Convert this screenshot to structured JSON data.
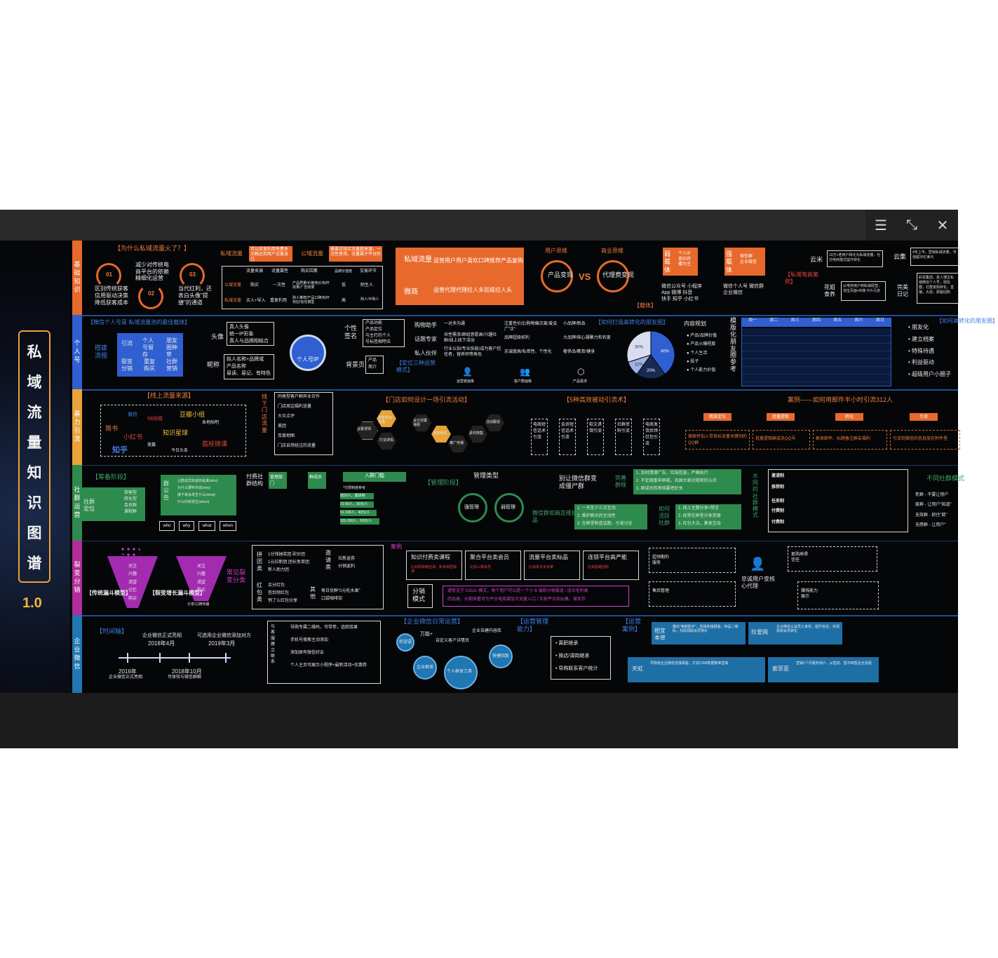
{
  "toolbar": {
    "menu_icon": "menu-icon",
    "shrink_icon": "shrink-icon",
    "close_icon": "close-icon"
  },
  "title": {
    "chars": [
      "私",
      "域",
      "流",
      "量",
      "知",
      "识",
      "图",
      "谱"
    ],
    "version": "1.0"
  },
  "tabs": [
    "基础知识",
    "个人号",
    "暴力引流",
    "社群运营",
    "裂变分销",
    "企业微信"
  ],
  "s1": {
    "q": "【为什么私域流量火了？】",
    "n01": "01",
    "n02": "02",
    "n03": "03",
    "t01": [
      "减少对传统电",
      "商平台的依赖",
      "精细化运营"
    ],
    "t02a": [
      "区别传统获客",
      "信用驱动决策",
      "降低获客成本"
    ],
    "t03": [
      "当代红利，还",
      "表白头像\"提",
      "捷\"的通道"
    ],
    "priv": "私域流量",
    "priv_d": "可以反复利用免费多次触达到用户流量自己",
    "pub": "公域流量",
    "pub_d": "需要花钱买流量就来源，一次性使用，流量属于平台的",
    "th": [
      "流量来源",
      "流量属性",
      "购买因素",
      "品牌价值度",
      "交易环节"
    ],
    "r1": [
      "公域流量",
      "购买",
      "一次性",
      "产品质量/价格竞价/标杆效果/广告效果",
      "低",
      "陌生人"
    ],
    "r2": [
      "私域流量",
      "买入+导入",
      "重复利用",
      "熟人推荐/产品口碑/标杆效应/信任模型",
      "高",
      "熟人/半熟人"
    ],
    "flow1": [
      "私域流量",
      "运营用户",
      "用户喜欢",
      "口碑推荐",
      "产品复购"
    ],
    "flow2": [
      "微商",
      "运营代理",
      "代理拉人",
      "多层级拉人头"
    ],
    "vs1": "用户思维",
    "vs2": "商业思维",
    "c1": "产品变现",
    "vs": "VS",
    "c2": "代理费变现",
    "zai": "【载体】",
    "ruo": "弱载体",
    "ruo_d": [
      "个人IP",
      "单向传",
      "播为主"
    ],
    "ruo_list": [
      "微信公众号 小程序",
      "App  微博  抖音",
      "快手  知乎  小红书"
    ],
    "qiang": "强载体",
    "qiang_d": [
      "微信群",
      "企业微信"
    ],
    "qiang_list": [
      "微信个人号  微信群",
      "企业微信"
    ],
    "case": "【私域电商案例】",
    "c_yunmi": "云米",
    "c_yunmi_d": "10万+老用户转化为私域流量，社交电商模式提升转化",
    "c_yunji": "云集",
    "c_yunji_d": "4年上市，营销私域流量，市值超30亿美元",
    "c_huaxi": "花姐食养",
    "c_huaxi_d": "从电商用户到私域经营，淘宝页面+四象卡片引流",
    "c_wanmei": "完美日记",
    "c_wanmei_d": "彩妆集团，素人博主私域微信个人号，朋友圈，社群复购转化，直播，大促，顾客回购"
  },
  "s2": {
    "h": "【微信个人号是 私域流量池的最佳载体】",
    "build": "搭建流程",
    "steps": [
      "引流",
      "个人号留存",
      "朋友圈种草",
      "裂变分销",
      "重复购买",
      "社群营销"
    ],
    "head": "头像",
    "head_d": [
      "真人头像",
      "统一IP形象",
      "真人与品牌相结合"
    ],
    "nick": "昵称",
    "nick_d": [
      "拟人名称+品牌或",
      "产品名称",
      "易读、易记、有特色"
    ],
    "ip": "个人号IP",
    "sig": "个性签名",
    "sig_d": [
      "产品功能",
      "产品定位",
      "与主打的个人",
      "号标签相呼应"
    ],
    "bg": "背景页",
    "bg_d": [
      "产品",
      "简介"
    ],
    "pos": "【定位三种运营模式】",
    "roles": [
      "购物助手",
      "话题专家",
      "私人伙伴"
    ],
    "roles_d": [
      "一对多沟通",
      "共性需求/群组意愿高/兴趣社群/线上线下活动",
      "行业认知/专业技能/成为客户信任者，营养师等角色"
    ],
    "roles_d2": [
      "注重性价比/购物偏次离/爱会广\"正\"",
      "品牌超级权利",
      "忠诚度高/私密性、个性化"
    ],
    "roles_d3": [
      "小品牌/新品",
      "大品牌/核心凝聚力和名度",
      "奢侈品/教育/健身"
    ],
    "icons_lbl": [
      "运营者画像",
      "客户群画像",
      "产品需求"
    ],
    "moment": "【如何打造高转化的朋友圈】",
    "pie_vals": [
      40,
      20,
      10,
      30
    ],
    "pie_lbl": [
      "40%",
      "20%",
      "10%",
      "30%"
    ],
    "plan": "内容规划",
    "plan_items": [
      "产品/品牌价值",
      "产品火爆程度",
      "个人生活",
      "段子",
      "个人能力价值"
    ],
    "tmpl": [
      "模",
      "版",
      "化",
      "朋",
      "友",
      "圈",
      "参",
      "考"
    ],
    "week": [
      "周一",
      "周二",
      "周三",
      "周四",
      "周五",
      "周六",
      "周日"
    ],
    "right_h": "【如何高转化的朋友圈】",
    "right_items": [
      "朋友化",
      "建立档案",
      "特殊待遇",
      "利益驱动",
      "超级用户小圈子"
    ]
  },
  "s3": {
    "online": "【线上流量来源】",
    "srcs": [
      "微信",
      "豆瓣小组",
      "58同城",
      "本地贴吧",
      "简书",
      "小红书",
      "知识星球",
      "荔枝微课",
      "美篇",
      "知乎",
      "今日头条"
    ],
    "offline": [
      "线",
      "下",
      "门",
      "店",
      "流",
      "量"
    ],
    "off_items": [
      "同类型客户群异业合作",
      "门店周边福利流量",
      "大众点评",
      "美团",
      "百度地图",
      "门店自然经过的流量"
    ],
    "store": "【门店如何设计一场引流活动】",
    "hex": [
      "设置诱饵",
      "拼拼组合优惠",
      "设计前置海报",
      "打造诱饵",
      "活动测试",
      "推广传播",
      "活动跟进",
      "素材搜集"
    ],
    "passive": "【5种高效被动引流术】",
    "passive_items": [
      "电商短信话术引流",
      "会员短信话术引流",
      "软文诱饵引流",
      "社群资料引流",
      "电商发货后领红包引流"
    ],
    "mail_case": "案例——如何用邮件半小时引流312人",
    "mail_steps": [
      "精准定位",
      "批量提取",
      "转化",
      "引流"
    ],
    "mail_d": [
      "搜索并加入带目标流量关键词的QQ群",
      "批量提取群成员QQ号",
      "群发邮件、标题备注群友福利",
      "引流到微信的信息放在附件里"
    ]
  },
  "s4": {
    "prep": "【筹备阶段】",
    "pos": "社群定位",
    "pos_d": [
      "获客型",
      "转化型",
      "会员群",
      "课程群"
    ],
    "ann": "群公告",
    "ann_d": [
      "让群成员知道你是谁(who)",
      "为什么要听你说(why)",
      "接下来会发生什么(what)",
      "什么时候发生(when)"
    ],
    "tags": [
      "who",
      "why",
      "what",
      "when"
    ],
    "struct": "付费社群结构",
    "mgr": "管理部门",
    "member": "群成员",
    "gate": "入群门槛",
    "gate_d": "*付费制度参考",
    "fees": [
      "前20人，邀请制",
      "21-50人，30元/人",
      "51-100人，40元/人",
      "101-200人，50元/人"
    ],
    "manage": "【管理阶段】",
    "mtype": "管理类型",
    "strong": "强管理",
    "weak": "弱管理",
    "store_ad": "微信群如商店维护是商品",
    "zombie": "别让微信群变成僵尸群",
    "perfect": "完善群规",
    "rules": [
      "1. 及时清理广告、垃圾信息，严格执行",
      "2. 不定期重申群规，巩固大家对规则的认识",
      "3. 群成员的审核要把好关"
    ],
    "interact": [
      "1. 一天至少三次互动",
      "2. 维护群员的主动性",
      "3. 在群里制造话题，引发讨论"
    ],
    "active": "如何活跃社群",
    "active_d": [
      "1. 线上主题分享+禁言",
      "2. 经常在群里分享资源",
      "3. 红包大法，激发互动"
    ],
    "diff": [
      "不",
      "同",
      "的",
      "社",
      "群",
      "模",
      "式"
    ],
    "modes": [
      "邀请制",
      "推荐制",
      "任务制",
      "付费制",
      "付费制"
    ],
    "right_h": "不同社群模式",
    "right_d": [
      "死群 - 不要让用户",
      "废群 - 让用户\"知道\"",
      "无效群 - 抓住\"欲\"",
      "无感群 - 让用户\""
    ]
  },
  "s5": {
    "funnel1": [
      "关注",
      "兴趣",
      "渴望",
      "记忆",
      "购买"
    ],
    "funnel2": [
      "关注",
      "兴趣",
      "渴望",
      "购买",
      "分享/口碑传播"
    ],
    "m1": "【传统漏斗模型】",
    "m2": "【裂变增长漏斗模型】",
    "common": "常见裂变分类",
    "types": [
      "拼团类",
      "邀请类",
      "红包类",
      "其他"
    ],
    "types_d": [
      "1分钱抽奖团  砍价团",
      "1元拉新团  团长免单团",
      "新人助力团",
      "拉新返券",
      "分销返利",
      "瓜分红包",
      "签到领红包",
      "悄了么红包分享",
      "每日优鲜\"0元吃水果\"",
      "口袋咖啡馆"
    ],
    "case": "案例",
    "cases": [
      "知识付费卖课程",
      "聚合平台卖会员",
      "流量平台卖标品",
      "连锁平台高产能"
    ],
    "cases_d": [
      "比如网易精选课，新世相营销课",
      "比如三顿会员",
      "比如拼多多买菜",
      "比如各路团购"
    ],
    "dist": "分销模式",
    "dist_d": [
      "通常见于 S2b2c 模式，每个用户可以是一个小 B 端和分销渠道 / 适合毛利高",
      "的品类，长期来看可为平台电商增加大流量入口 / 实现平台如云集，爱库存"
    ],
    "user": "忠诚用户变核心代理",
    "serv": [
      "超预期的服务",
      "售后管理",
      "复购高得信任",
      "赚钱能力展示"
    ]
  },
  "s6": {
    "time": "【时间轴】",
    "t1": "企业微信正式亮相",
    "t1d": "2018年4月",
    "t2": "可选用企业微信添加对方",
    "t2d": "2019年3月",
    "t3": "2016年",
    "t3d": "企业微信正式亮相",
    "t4": "2018年10月",
    "t4d": "可体验与微信群聊",
    "link": [
      "与",
      "客",
      "服",
      "建",
      "立",
      "联",
      "系"
    ],
    "link_d": [
      "导购专属二维码，可带参，追踪效果",
      "手机号搜索主动添加",
      "添加原有微信好友",
      "个人主页可展示小程序+最新活动+优惠券"
    ],
    "daily": "【企业微信日常运营】",
    "bubbles": [
      "欢迎语",
      "万能+",
      "自定义客户详情页",
      "企业群发",
      "个人群发工具",
      "快捷回复",
      "企业自建内容库"
    ],
    "ability": "【运营管理能力】",
    "ab_items": [
      "离职继承",
      "换店/调岗继承",
      "导购联系客户统计"
    ],
    "cases": "【运营案例】",
    "brands": [
      "相宜本草",
      "珍爱网",
      "天虹",
      "索菲亚"
    ],
    "brands_d": [
      "推出\"美丽助手\"，直接连接顾客，特品二维码，扫码领取会员特价",
      "企业微信认证员工身份，提升信任，实现高效会员转化",
      "导购用企业微信连接顾客，打造CRM数据精准营销",
      "营销1个月服务用户，从售前、售中到售后全流程"
    ]
  }
}
